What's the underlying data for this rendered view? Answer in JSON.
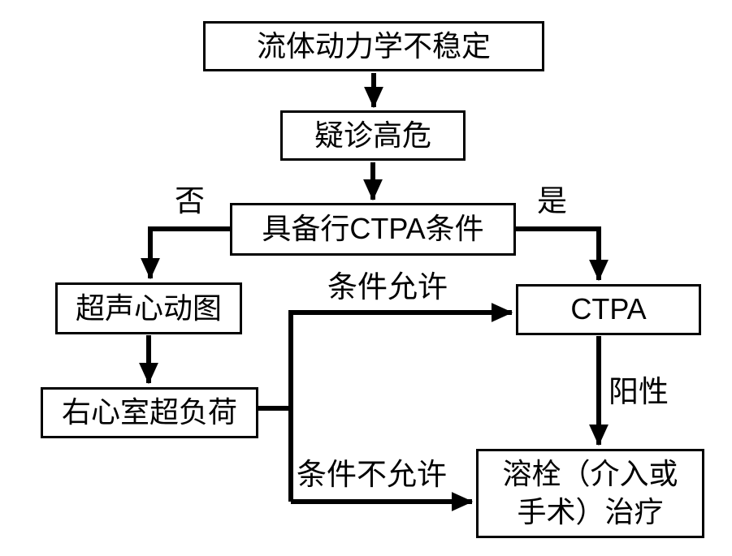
{
  "page": {
    "background_color": "#ffffff",
    "line_color": "#000000",
    "diagram_type": "flowchart"
  },
  "nodes": {
    "hemodynamic_instability": {
      "label": "流体动力学不稳定"
    },
    "suspected_high_risk": {
      "label": "疑诊高危"
    },
    "ctpa_condition": {
      "label": "具备行CTPA条件"
    },
    "echocardiography": {
      "label": "超声心动图"
    },
    "rv_overload": {
      "label": "右心室超负荷"
    },
    "ctpa": {
      "label": "CTPA"
    },
    "thrombolysis": {
      "lines": [
        "溶栓（介入或",
        "手术）治疗"
      ]
    }
  },
  "edge_labels": {
    "no": "否",
    "yes": "是",
    "conditions_permit": "条件允许",
    "conditions_not_permit": "条件不允许",
    "positive": "阳性"
  },
  "edges": [
    {
      "from": "流体动力学不稳定",
      "to": "疑诊高危",
      "label": ""
    },
    {
      "from": "疑诊高危",
      "to": "具备行CTPA条件",
      "label": ""
    },
    {
      "from": "具备行CTPA条件",
      "to": "超声心动图",
      "label": "否"
    },
    {
      "from": "具备行CTPA条件",
      "to": "CTPA",
      "label": "是"
    },
    {
      "from": "超声心动图",
      "to": "右心室超负荷",
      "label": ""
    },
    {
      "from": "右心室超负荷",
      "to": "CTPA",
      "label": "条件允许"
    },
    {
      "from": "右心室超负荷",
      "to": "溶栓（介入或手术）治疗",
      "label": "条件不允许"
    },
    {
      "from": "CTPA",
      "to": "溶栓（介入或手术）治疗",
      "label": "阳性"
    }
  ]
}
